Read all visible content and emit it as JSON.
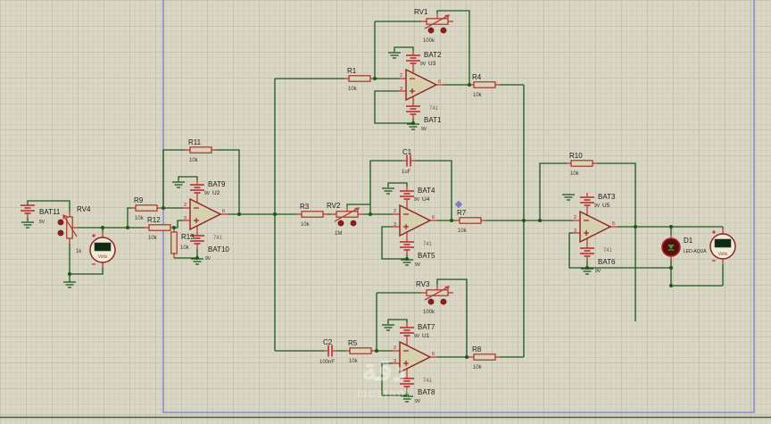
{
  "editor": {
    "type": "schematic-capture-canvas",
    "grid": "on",
    "sheet_border_color": "#8b8bd0",
    "wire_color": "#1d571d",
    "component_color": "#8f2424"
  },
  "watermark": {
    "primary": "دقة",
    "secondary": "mostaql"
  },
  "components": {
    "resistors": [
      {
        "ref": "R1",
        "value": "10k"
      },
      {
        "ref": "R3",
        "value": "10k"
      },
      {
        "ref": "R4",
        "value": "10k"
      },
      {
        "ref": "R5",
        "value": "10k"
      },
      {
        "ref": "R7",
        "value": "10k"
      },
      {
        "ref": "R8",
        "value": "10k"
      },
      {
        "ref": "R9",
        "value": "10k"
      },
      {
        "ref": "R10",
        "value": "10k"
      },
      {
        "ref": "R11",
        "value": "10k"
      },
      {
        "ref": "R12",
        "value": "10k"
      },
      {
        "ref": "R13",
        "value": "10k"
      }
    ],
    "pots": [
      {
        "ref": "RV1",
        "value": "100k"
      },
      {
        "ref": "RV2",
        "value": "1M"
      },
      {
        "ref": "RV3",
        "value": "100k"
      },
      {
        "ref": "RV4",
        "value": "1k"
      }
    ],
    "caps": [
      {
        "ref": "C1",
        "value": "1uF"
      },
      {
        "ref": "C2",
        "value": "100nF"
      }
    ],
    "opamps": [
      {
        "ref": "U1"
      },
      {
        "ref": "U2"
      },
      {
        "ref": "U3"
      },
      {
        "ref": "U4"
      },
      {
        "ref": "U5"
      }
    ],
    "opamp_common": {
      "part": "741",
      "pin_inv": "2",
      "pin_noninv": "3",
      "pin_out": "6"
    },
    "batteries": [
      {
        "ref": "BAT1",
        "value": "9V"
      },
      {
        "ref": "BAT2",
        "value": "9V"
      },
      {
        "ref": "BAT3",
        "value": "9V"
      },
      {
        "ref": "BAT4",
        "value": "9V"
      },
      {
        "ref": "BAT5",
        "value": "9V"
      },
      {
        "ref": "BAT6",
        "value": "9V"
      },
      {
        "ref": "BAT7",
        "value": "9V"
      },
      {
        "ref": "BAT8",
        "value": "9V"
      },
      {
        "ref": "BAT9",
        "value": "9V"
      },
      {
        "ref": "BAT10",
        "value": "9V"
      },
      {
        "ref": "BAT11",
        "value": "5V"
      }
    ],
    "led": {
      "ref": "D1",
      "value": "LED-AQUA"
    },
    "meters": [
      {
        "label": "Volts"
      },
      {
        "label": "Volts"
      }
    ]
  }
}
